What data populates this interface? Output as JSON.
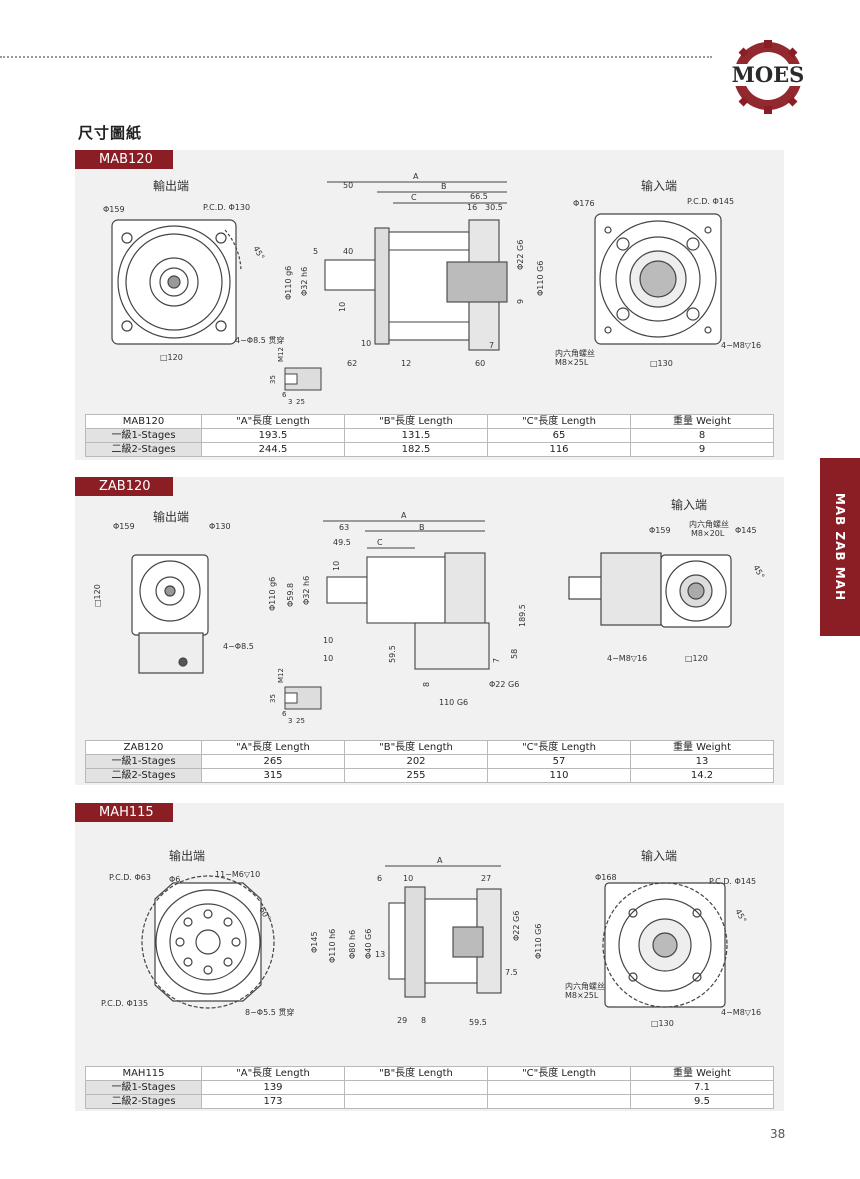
{
  "brand": "MOES",
  "page_heading": "尺寸圖紙",
  "side_tab": "MAB ZAB MAH",
  "page_number": "38",
  "accent_color": "#8b1d24",
  "columns": [
    "\"A\"長度 Length",
    "\"B\"長度 Length",
    "\"C\"長度 Length",
    "重量 Weight"
  ],
  "sections": [
    {
      "model": "MAB120",
      "output_label": "輸出端",
      "input_label": "输入端",
      "drawing": {
        "front": [
          "Φ159",
          "P.C.D. Φ130",
          "45°",
          "4−Φ8.5 贯穿",
          "□120"
        ],
        "side": [
          "A",
          "B",
          "C",
          "50",
          "66.5",
          "16",
          "30.5",
          "5",
          "40",
          "Φ22 G6",
          "Φ110 g6",
          "Φ32 h6",
          "Φ110 G6",
          "10",
          "9",
          "10",
          "7",
          "62",
          "12",
          "60"
        ],
        "key": [
          "M12",
          "35",
          "6",
          "3",
          "25"
        ],
        "rear": [
          "Φ176",
          "P.C.D. Φ145",
          "内六角螺丝",
          "M8×25L",
          "4−M8▽16",
          "□130"
        ]
      },
      "rows": [
        {
          "stage": "一級1-Stages",
          "a": "193.5",
          "b": "131.5",
          "c": "65",
          "w": "8"
        },
        {
          "stage": "二級2-Stages",
          "a": "244.5",
          "b": "182.5",
          "c": "116",
          "w": "9"
        }
      ]
    },
    {
      "model": "ZAB120",
      "output_label": "输出端",
      "input_label": "输入端",
      "drawing": {
        "front": [
          "Φ159",
          "Φ130",
          "□120",
          "4−Φ8.5"
        ],
        "side": [
          "A",
          "B",
          "63",
          "49.5",
          "C",
          "10",
          "Φ110 g6",
          "Φ59.8",
          "Φ32 h6",
          "10",
          "10",
          "59.5",
          "189.5",
          "7",
          "58",
          "8",
          "Φ22 G6",
          "110 G6"
        ],
        "key": [
          "M12",
          "35",
          "6",
          "3",
          "25"
        ],
        "rear": [
          "Φ159",
          "内六角螺丝",
          "M8×20L",
          "Φ145",
          "45°",
          "4−M8▽16",
          "□120"
        ]
      },
      "rows": [
        {
          "stage": "一級1-Stages",
          "a": "265",
          "b": "202",
          "c": "57",
          "w": "13"
        },
        {
          "stage": "二級2-Stages",
          "a": "315",
          "b": "255",
          "c": "110",
          "w": "14.2"
        }
      ]
    },
    {
      "model": "MAH115",
      "output_label": "输出端",
      "input_label": "输入端",
      "drawing": {
        "front": [
          "P.C.D. Φ63",
          "Φ6",
          "11−M6▽10",
          "60°",
          "P.C.D. Φ135",
          "8−Φ5.5 贯穿"
        ],
        "side": [
          "A",
          "6",
          "10",
          "27",
          "Φ145",
          "Φ110 h6",
          "Φ80 h6",
          "Φ40 G6",
          "13",
          "Φ22 G6",
          "Φ110 G6",
          "7.5",
          "29",
          "8",
          "59.5"
        ],
        "rear": [
          "Φ168",
          "P.C.D. Φ145",
          "45°",
          "内六角螺丝",
          "M8×25L",
          "4−M8▽16",
          "□130"
        ]
      },
      "rows": [
        {
          "stage": "一級1-Stages",
          "a": "139",
          "b": "",
          "c": "",
          "w": "7.1"
        },
        {
          "stage": "二級2-Stages",
          "a": "173",
          "b": "",
          "c": "",
          "w": "9.5"
        }
      ]
    }
  ]
}
